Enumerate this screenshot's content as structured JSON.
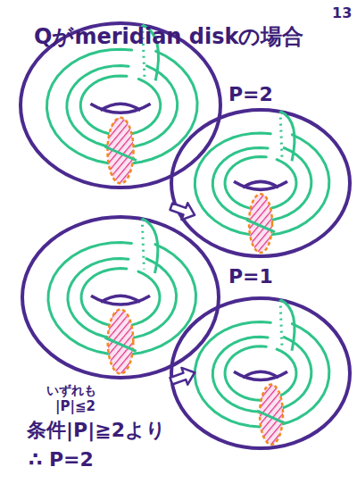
{
  "diagram": {
    "title": "Qがmeridian diskの場合",
    "labels": [
      "13",
      "P=2",
      "P=1",
      "いずれも",
      "|P|≦2",
      "条件|P|≧2より",
      "∴ P=2"
    ]
  }
}
